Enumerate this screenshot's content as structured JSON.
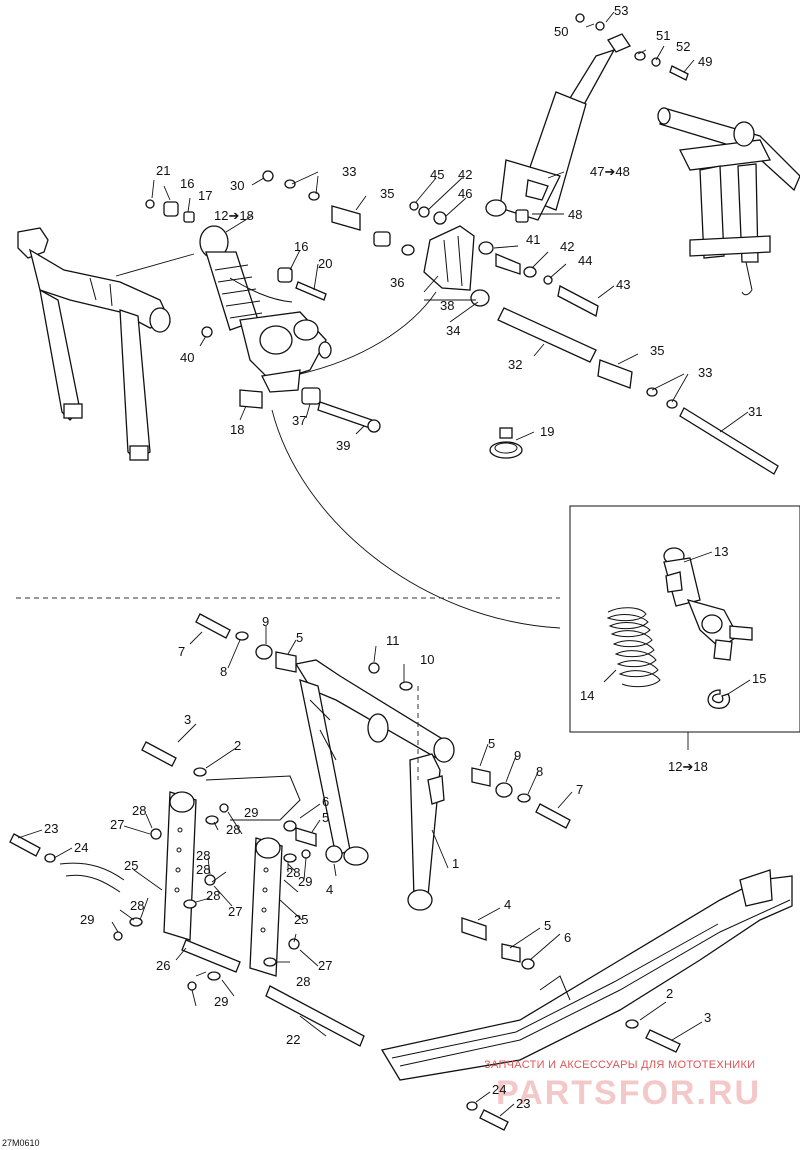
{
  "drawing_code": "27M0610",
  "watermark": {
    "line1": "ЗАПЧАСТИ И АКСЕССУАРЫ ДЛЯ МОТОТЕХНИКИ",
    "line2": "PARTSFOR.RU"
  },
  "callouts": {
    "c1": "1",
    "c2a": "2",
    "c2b": "2",
    "c3a": "3",
    "c3b": "3",
    "c4a": "4",
    "c4b": "4",
    "c5a": "5",
    "c5b": "5",
    "c5c": "5",
    "c5d": "5",
    "c6a": "6",
    "c6b": "6",
    "c7a": "7",
    "c7b": "7",
    "c8a": "8",
    "c8b": "8",
    "c9a": "9",
    "c9b": "9",
    "c10": "10",
    "c11": "11",
    "c12a": "12➔18",
    "c12b": "12➔18",
    "c13": "13",
    "c14": "14",
    "c15": "15",
    "c16a": "16",
    "c16b": "16",
    "c17": "17",
    "c18a": "18",
    "c19": "19",
    "c20": "20",
    "c21": "21",
    "c22": "22",
    "c23a": "23",
    "c23b": "23",
    "c24a": "24",
    "c24b": "24",
    "c25a": "25",
    "c25b": "25",
    "c26": "26",
    "c27a": "27",
    "c27b": "27",
    "c27c": "27",
    "c28a": "28",
    "c28b": "28",
    "c28c": "28",
    "c28d": "28",
    "c28e": "28",
    "c28f": "28",
    "c28g": "28",
    "c28h": "28",
    "c29a": "29",
    "c29b": "29",
    "c29c": "29",
    "c29d": "29",
    "c30": "30",
    "c31": "31",
    "c32": "32",
    "c33a": "33",
    "c33b": "33",
    "c34": "34",
    "c35a": "35",
    "c35b": "35",
    "c36": "36",
    "c37": "37",
    "c38": "38",
    "c39": "39",
    "c40": "40",
    "c41": "41",
    "c42a": "42",
    "c42b": "42",
    "c43": "43",
    "c44": "44",
    "c45": "45",
    "c46": "46",
    "c47": "47➔48",
    "c48": "48",
    "c49": "49",
    "c50": "50",
    "c51": "51",
    "c52": "52",
    "c53": "53"
  }
}
